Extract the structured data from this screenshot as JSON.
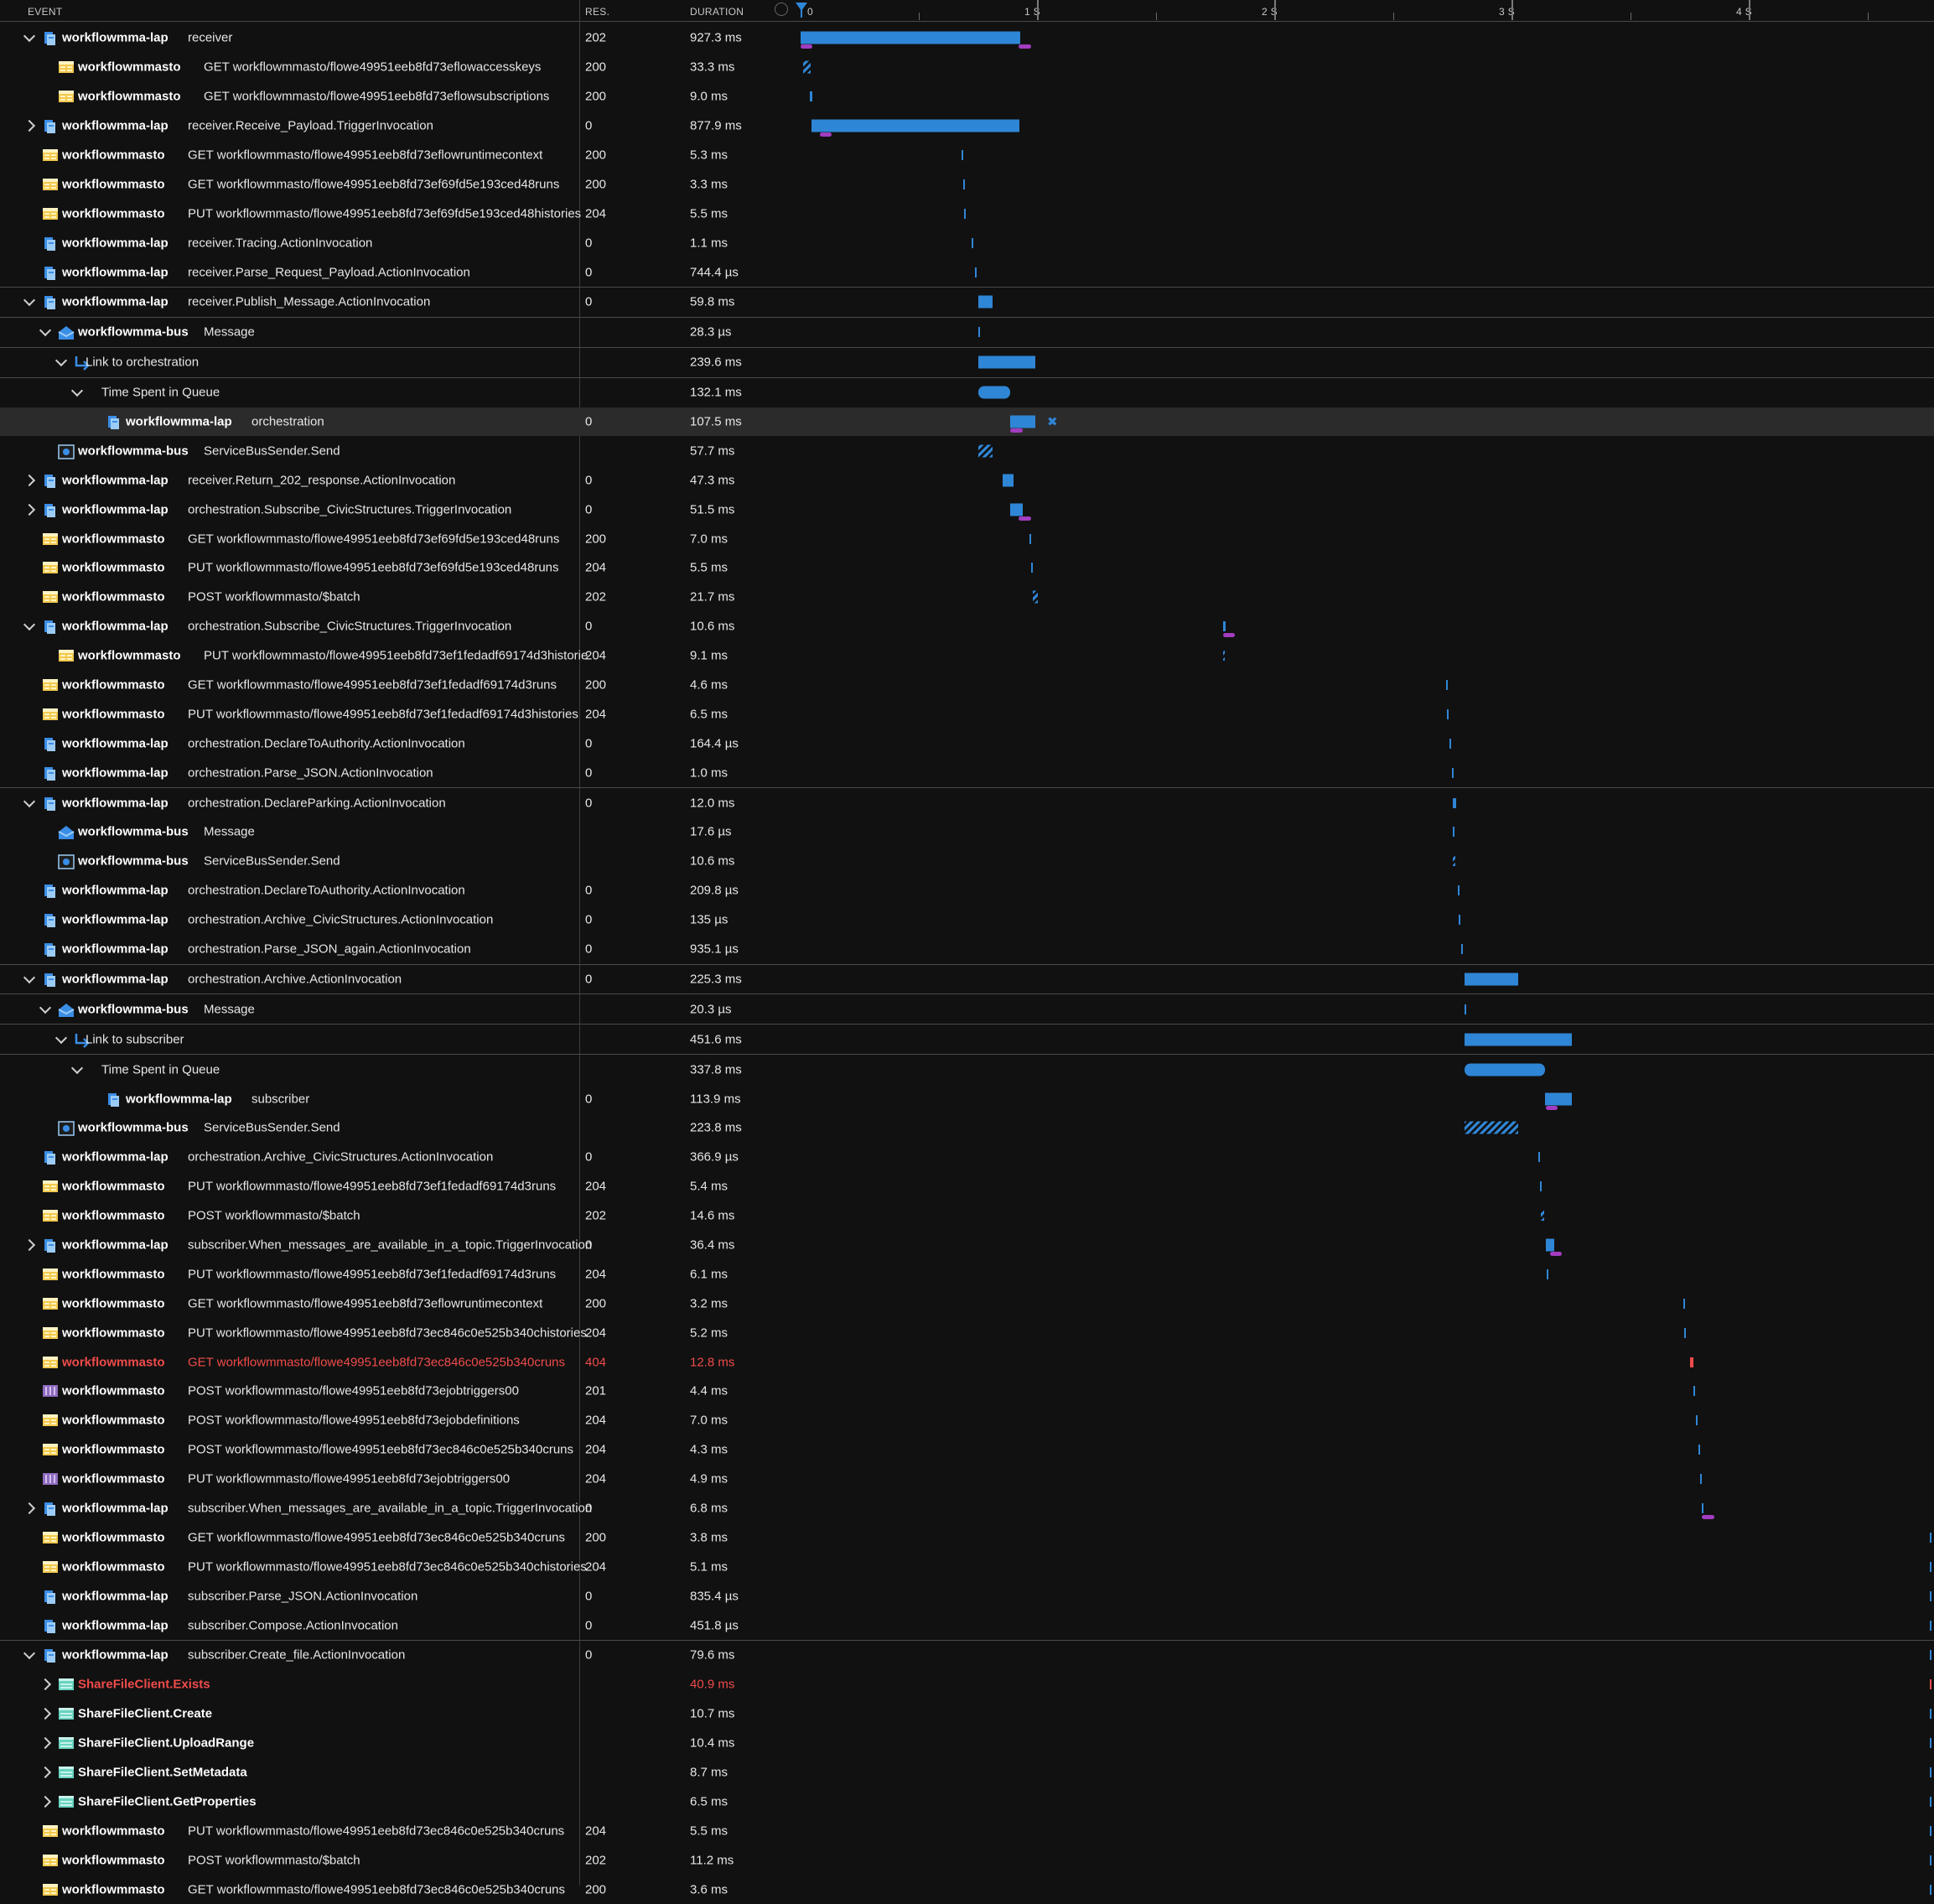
{
  "header": {
    "event": "EVENT",
    "res": "RES.",
    "duration": "DURATION",
    "ticks": [
      {
        "label": "0",
        "sec": 0
      },
      {
        "label": "1 S",
        "sec": 1
      },
      {
        "label": "2 S",
        "sec": 2
      },
      {
        "label": "3 S",
        "sec": 3
      },
      {
        "label": "4 S",
        "sec": 4
      }
    ]
  },
  "icons": {
    "logic": "logic-app-icon",
    "storage": "storage-table-icon",
    "storage-purple": "storage-queue-icon",
    "bus-msg": "service-bus-message-icon",
    "bus": "service-bus-icon",
    "link": "link-arrow-icon",
    "share": "file-share-icon"
  },
  "rows": [
    {
      "indent": 0,
      "caret": "down",
      "icon": "logic",
      "service": "workflowmma-lap",
      "op": "receiver",
      "res": "202",
      "dur": "927.3 ms",
      "start": 0.0,
      "len": 0.9273,
      "mark": [
        0.0,
        0.05
      ],
      "mark2": [
        0.92,
        0.05
      ]
    },
    {
      "indent": 1,
      "icon": "storage",
      "service": "workflowmmasto",
      "op": "GET workflowmmasto/flowe49951eeb8fd73eflowaccesskeys",
      "res": "200",
      "dur": "33.3 ms",
      "start": 0.01,
      "len": 0.033,
      "hatch": true
    },
    {
      "indent": 1,
      "icon": "storage",
      "service": "workflowmmasto",
      "op": "GET workflowmmasto/flowe49951eeb8fd73eflowsubscriptions",
      "res": "200",
      "dur": "9.0 ms",
      "start": 0.04,
      "len": 0.009
    },
    {
      "indent": 0,
      "caret": "right",
      "icon": "logic",
      "service": "workflowmma-lap",
      "op": "receiver.Receive_Payload.TriggerInvocation",
      "res": "0",
      "dur": "877.9 ms",
      "start": 0.045,
      "len": 0.8779,
      "mark": [
        0.08,
        0.05
      ]
    },
    {
      "indent": 0,
      "icon": "storage",
      "service": "workflowmmasto",
      "op": "GET workflowmmasto/flowe49951eeb8fd73eflowruntimecontext",
      "res": "200",
      "dur": "5.3 ms",
      "start": 0.68,
      "len": 0.005
    },
    {
      "indent": 0,
      "icon": "storage",
      "service": "workflowmmasto",
      "op": "GET workflowmmasto/flowe49951eeb8fd73ef69fd5e193ced48runs",
      "res": "200",
      "dur": "3.3 ms",
      "start": 0.685,
      "len": 0.004
    },
    {
      "indent": 0,
      "icon": "storage",
      "service": "workflowmmasto",
      "op": "PUT workflowmmasto/flowe49951eeb8fd73ef69fd5e193ced48histories",
      "res": "204",
      "dur": "5.5 ms",
      "start": 0.69,
      "len": 0.005
    },
    {
      "indent": 0,
      "icon": "logic",
      "service": "workflowmma-lap",
      "op": "receiver.Tracing.ActionInvocation",
      "res": "0",
      "dur": "1.1 ms",
      "start": 0.72,
      "len": 0.003
    },
    {
      "indent": 0,
      "icon": "logic",
      "service": "workflowmma-lap",
      "op": "receiver.Parse_Request_Payload.ActionInvocation",
      "res": "0",
      "dur": "744.4 µs",
      "start": 0.735,
      "len": 0.003
    },
    {
      "sep": true,
      "indent": 0,
      "caret": "down",
      "icon": "logic",
      "service": "workflowmma-lap",
      "op": "receiver.Publish_Message.ActionInvocation",
      "res": "0",
      "dur": "59.8 ms",
      "start": 0.75,
      "len": 0.0598
    },
    {
      "sep": true,
      "indent": 1,
      "caret": "down",
      "icon": "bus-msg",
      "service": "workflowmma-bus",
      "op": "Message",
      "res": "",
      "dur": "28.3 µs",
      "start": 0.75,
      "len": 0.003
    },
    {
      "sep": true,
      "indent": 2,
      "caret": "down",
      "icon": "link",
      "service": "",
      "op": "Link to orchestration",
      "res": "",
      "dur": "239.6 ms",
      "start": 0.75,
      "len": 0.2396
    },
    {
      "sep": true,
      "indent": 3,
      "caret": "down",
      "icon": "",
      "service": "",
      "op": "Time Spent in Queue",
      "res": "",
      "dur": "132.1 ms",
      "start": 0.75,
      "len": 0.1321,
      "pill": true
    },
    {
      "indent": 4,
      "icon": "logic",
      "service": "workflowmma-lap",
      "op": "orchestration",
      "res": "0",
      "dur": "107.5 ms",
      "start": 0.8821,
      "len": 0.1075,
      "mark": [
        0.885,
        0.05
      ],
      "selected": true,
      "collapse": true
    },
    {
      "indent": 1,
      "icon": "bus",
      "service": "workflowmma-bus",
      "op": "ServiceBusSender.Send",
      "res": "",
      "dur": "57.7 ms",
      "start": 0.75,
      "len": 0.0577,
      "hatch": true
    },
    {
      "indent": 0,
      "caret": "right",
      "icon": "logic",
      "service": "workflowmma-lap",
      "op": "receiver.Return_202_response.ActionInvocation",
      "res": "0",
      "dur": "47.3 ms",
      "start": 0.85,
      "len": 0.0473
    },
    {
      "indent": 0,
      "caret": "right",
      "icon": "logic",
      "service": "workflowmma-lap",
      "op": "orchestration.Subscribe_CivicStructures.TriggerInvocation",
      "res": "0",
      "dur": "51.5 ms",
      "start": 0.885,
      "len": 0.0515,
      "mark": [
        0.92,
        0.05
      ]
    },
    {
      "indent": 0,
      "icon": "storage",
      "service": "workflowmmasto",
      "op": "GET workflowmmasto/flowe49951eeb8fd73ef69fd5e193ced48runs",
      "res": "200",
      "dur": "7.0 ms",
      "start": 0.965,
      "len": 0.007
    },
    {
      "indent": 0,
      "icon": "storage",
      "service": "workflowmmasto",
      "op": "PUT workflowmmasto/flowe49951eeb8fd73ef69fd5e193ced48runs",
      "res": "204",
      "dur": "5.5 ms",
      "start": 0.972,
      "len": 0.005
    },
    {
      "indent": 0,
      "icon": "storage",
      "service": "workflowmmasto",
      "op": "POST workflowmmasto/$batch",
      "res": "202",
      "dur": "21.7 ms",
      "start": 0.98,
      "len": 0.0217,
      "hatch": true
    },
    {
      "indent": 0,
      "caret": "down",
      "icon": "logic",
      "service": "workflowmma-lap",
      "op": "orchestration.Subscribe_CivicStructures.TriggerInvocation",
      "res": "0",
      "dur": "10.6 ms",
      "start": 1.78,
      "len": 0.0106,
      "mark": [
        1.78,
        0.05
      ]
    },
    {
      "indent": 1,
      "icon": "storage",
      "service": "workflowmmasto",
      "op": "PUT workflowmmasto/flowe49951eeb8fd73ef1fedadf69174d3historie",
      "res": "204",
      "dur": "9.1 ms",
      "start": 1.78,
      "len": 0.009,
      "hatch": true
    },
    {
      "indent": 0,
      "icon": "storage",
      "service": "workflowmmasto",
      "op": "GET workflowmmasto/flowe49951eeb8fd73ef1fedadf69174d3runs",
      "res": "200",
      "dur": "4.6 ms",
      "start": 2.72,
      "len": 0.004
    },
    {
      "indent": 0,
      "icon": "storage",
      "service": "workflowmmasto",
      "op": "PUT workflowmmasto/flowe49951eeb8fd73ef1fedadf69174d3histories",
      "res": "204",
      "dur": "6.5 ms",
      "start": 2.725,
      "len": 0.006
    },
    {
      "indent": 0,
      "icon": "logic",
      "service": "workflowmma-lap",
      "op": "orchestration.DeclareToAuthority.ActionInvocation",
      "res": "0",
      "dur": "164.4 µs",
      "start": 2.735,
      "len": 0.003
    },
    {
      "indent": 0,
      "icon": "logic",
      "service": "workflowmma-lap",
      "op": "orchestration.Parse_JSON.ActionInvocation",
      "res": "0",
      "dur": "1.0 ms",
      "start": 2.745,
      "len": 0.003
    },
    {
      "sep": true,
      "indent": 0,
      "caret": "down",
      "icon": "logic",
      "service": "workflowmma-lap",
      "op": "orchestration.DeclareParking.ActionInvocation",
      "res": "0",
      "dur": "12.0 ms",
      "start": 2.75,
      "len": 0.012
    },
    {
      "indent": 1,
      "icon": "bus-msg",
      "service": "workflowmma-bus",
      "op": "Message",
      "res": "",
      "dur": "17.6 µs",
      "start": 2.75,
      "len": 0.003
    },
    {
      "indent": 1,
      "icon": "bus",
      "service": "workflowmma-bus",
      "op": "ServiceBusSender.Send",
      "res": "",
      "dur": "10.6 ms",
      "start": 2.75,
      "len": 0.0106,
      "hatch": true
    },
    {
      "indent": 0,
      "icon": "logic",
      "service": "workflowmma-lap",
      "op": "orchestration.DeclareToAuthority.ActionInvocation",
      "res": "0",
      "dur": "209.8 µs",
      "start": 2.77,
      "len": 0.003
    },
    {
      "indent": 0,
      "icon": "logic",
      "service": "workflowmma-lap",
      "op": "orchestration.Archive_CivicStructures.ActionInvocation",
      "res": "0",
      "dur": "135 µs",
      "start": 2.775,
      "len": 0.003
    },
    {
      "indent": 0,
      "icon": "logic",
      "service": "workflowmma-lap",
      "op": "orchestration.Parse_JSON_again.ActionInvocation",
      "res": "0",
      "dur": "935.1 µs",
      "start": 2.785,
      "len": 0.003
    },
    {
      "sep": true,
      "indent": 0,
      "caret": "down",
      "icon": "logic",
      "service": "workflowmma-lap",
      "op": "orchestration.Archive.ActionInvocation",
      "res": "0",
      "dur": "225.3 ms",
      "start": 2.8,
      "len": 0.2253
    },
    {
      "sep": true,
      "indent": 1,
      "caret": "down",
      "icon": "bus-msg",
      "service": "workflowmma-bus",
      "op": "Message",
      "res": "",
      "dur": "20.3 µs",
      "start": 2.8,
      "len": 0.003
    },
    {
      "sep": true,
      "indent": 2,
      "caret": "down",
      "icon": "link",
      "service": "",
      "op": "Link to subscriber",
      "res": "",
      "dur": "451.6 ms",
      "start": 2.8,
      "len": 0.4516
    },
    {
      "sep": true,
      "indent": 3,
      "caret": "down",
      "icon": "",
      "service": "",
      "op": "Time Spent in Queue",
      "res": "",
      "dur": "337.8 ms",
      "start": 2.8,
      "len": 0.3378,
      "pill": true
    },
    {
      "indent": 4,
      "icon": "logic",
      "service": "workflowmma-lap",
      "op": "subscriber",
      "res": "0",
      "dur": "113.9 ms",
      "start": 3.1378,
      "len": 0.1139,
      "mark": [
        3.14,
        0.05
      ]
    },
    {
      "indent": 1,
      "icon": "bus",
      "service": "workflowmma-bus",
      "op": "ServiceBusSender.Send",
      "res": "",
      "dur": "223.8 ms",
      "start": 2.8,
      "len": 0.2238,
      "hatch": true
    },
    {
      "indent": 0,
      "icon": "logic",
      "service": "workflowmma-lap",
      "op": "orchestration.Archive_CivicStructures.ActionInvocation",
      "res": "0",
      "dur": "366.9 µs",
      "start": 3.11,
      "len": 0.003
    },
    {
      "indent": 0,
      "icon": "storage",
      "service": "workflowmmasto",
      "op": "PUT workflowmmasto/flowe49951eeb8fd73ef1fedadf69174d3runs",
      "res": "204",
      "dur": "5.4 ms",
      "start": 3.115,
      "len": 0.005
    },
    {
      "indent": 0,
      "icon": "storage",
      "service": "workflowmmasto",
      "op": "POST workflowmmasto/$batch",
      "res": "202",
      "dur": "14.6 ms",
      "start": 3.12,
      "len": 0.0146,
      "hatch": true
    },
    {
      "indent": 0,
      "caret": "right",
      "icon": "logic",
      "service": "workflowmma-lap",
      "op": "subscriber.When_messages_are_available_in_a_topic.TriggerInvocation",
      "res": "0",
      "dur": "36.4 ms",
      "start": 3.14,
      "len": 0.0364,
      "mark": [
        3.16,
        0.05
      ]
    },
    {
      "indent": 0,
      "icon": "storage",
      "service": "workflowmmasto",
      "op": "PUT workflowmmasto/flowe49951eeb8fd73ef1fedadf69174d3runs",
      "res": "204",
      "dur": "6.1 ms",
      "start": 3.145,
      "len": 0.006
    },
    {
      "indent": 0,
      "icon": "storage",
      "service": "workflowmmasto",
      "op": "GET workflowmmasto/flowe49951eeb8fd73eflowruntimecontext",
      "res": "200",
      "dur": "3.2 ms",
      "start": 3.72,
      "len": 0.003
    },
    {
      "indent": 0,
      "icon": "storage",
      "service": "workflowmmasto",
      "op": "PUT workflowmmasto/flowe49951eeb8fd73ec846c0e525b340chistories",
      "res": "204",
      "dur": "5.2 ms",
      "start": 3.725,
      "len": 0.005
    },
    {
      "indent": 0,
      "icon": "storage",
      "service": "workflowmmasto",
      "op": "GET workflowmmasto/flowe49951eeb8fd73ec846c0e525b340cruns",
      "res": "404",
      "dur": "12.8 ms",
      "start": 3.75,
      "len": 0.0128,
      "err": true
    },
    {
      "indent": 0,
      "icon": "storage-purple",
      "service": "workflowmmasto",
      "op": "POST workflowmmasto/flowe49951eeb8fd73ejobtriggers00",
      "res": "201",
      "dur": "4.4 ms",
      "start": 3.765,
      "len": 0.004
    },
    {
      "indent": 0,
      "icon": "storage",
      "service": "workflowmmasto",
      "op": "POST workflowmmasto/flowe49951eeb8fd73ejobdefinitions",
      "res": "204",
      "dur": "7.0 ms",
      "start": 3.775,
      "len": 0.007
    },
    {
      "indent": 0,
      "icon": "storage",
      "service": "workflowmmasto",
      "op": "POST workflowmmasto/flowe49951eeb8fd73ec846c0e525b340cruns",
      "res": "204",
      "dur": "4.3 ms",
      "start": 3.785,
      "len": 0.004
    },
    {
      "indent": 0,
      "icon": "storage-purple",
      "service": "workflowmmasto",
      "op": "PUT workflowmmasto/flowe49951eeb8fd73ejobtriggers00",
      "res": "204",
      "dur": "4.9 ms",
      "start": 3.79,
      "len": 0.005
    },
    {
      "indent": 0,
      "caret": "right",
      "icon": "logic",
      "service": "workflowmma-lap",
      "op": "subscriber.When_messages_are_available_in_a_topic.TriggerInvocation",
      "res": "0",
      "dur": "6.8 ms",
      "start": 3.8,
      "len": 0.0068,
      "mark": [
        3.8,
        0.05
      ]
    },
    {
      "indent": 0,
      "icon": "storage",
      "service": "workflowmmasto",
      "op": "GET workflowmmasto/flowe49951eeb8fd73ec846c0e525b340cruns",
      "res": "200",
      "dur": "3.8 ms",
      "start": 4.76,
      "len": 0.004
    },
    {
      "indent": 0,
      "icon": "storage",
      "service": "workflowmmasto",
      "op": "PUT workflowmmasto/flowe49951eeb8fd73ec846c0e525b340chistories",
      "res": "204",
      "dur": "5.1 ms",
      "start": 4.765,
      "len": 0.005
    },
    {
      "indent": 0,
      "icon": "logic",
      "service": "workflowmma-lap",
      "op": "subscriber.Parse_JSON.ActionInvocation",
      "res": "0",
      "dur": "835.4 µs",
      "start": 4.77,
      "len": 0.003
    },
    {
      "indent": 0,
      "icon": "logic",
      "service": "workflowmma-lap",
      "op": "subscriber.Compose.ActionInvocation",
      "res": "0",
      "dur": "451.8 µs",
      "start": 4.775,
      "len": 0.003
    },
    {
      "sep": true,
      "indent": 0,
      "caret": "down",
      "icon": "logic",
      "service": "workflowmma-lap",
      "op": "subscriber.Create_file.ActionInvocation",
      "res": "0",
      "dur": "79.6 ms",
      "start": 4.78,
      "len": 0.0796
    },
    {
      "indent": 1,
      "caret": "right",
      "icon": "share",
      "service": "ShareFileClient.Exists",
      "op": "",
      "res": "",
      "dur": "40.9 ms",
      "start": 4.78,
      "len": 0.0409,
      "err": true
    },
    {
      "indent": 1,
      "caret": "right",
      "icon": "share",
      "service": "ShareFileClient.Create",
      "op": "",
      "res": "",
      "dur": "10.7 ms",
      "start": 4.82,
      "len": 0.0107
    },
    {
      "indent": 1,
      "caret": "right",
      "icon": "share",
      "service": "ShareFileClient.UploadRange",
      "op": "",
      "res": "",
      "dur": "10.4 ms",
      "start": 4.83,
      "len": 0.0104
    },
    {
      "indent": 1,
      "caret": "right",
      "icon": "share",
      "service": "ShareFileClient.SetMetadata",
      "op": "",
      "res": "",
      "dur": "8.7 ms",
      "start": 4.84,
      "len": 0.0087
    },
    {
      "indent": 1,
      "caret": "right",
      "icon": "share",
      "service": "ShareFileClient.GetProperties",
      "op": "",
      "res": "",
      "dur": "6.5 ms",
      "start": 4.85,
      "len": 0.0065
    },
    {
      "indent": 0,
      "icon": "storage",
      "service": "workflowmmasto",
      "op": "PUT workflowmmasto/flowe49951eeb8fd73ec846c0e525b340cruns",
      "res": "204",
      "dur": "5.5 ms",
      "start": 4.86,
      "len": 0.0055
    },
    {
      "indent": 0,
      "icon": "storage",
      "service": "workflowmmasto",
      "op": "POST workflowmmasto/$batch",
      "res": "202",
      "dur": "11.2 ms",
      "start": 4.87,
      "len": 0.0112
    },
    {
      "indent": 0,
      "icon": "storage",
      "service": "workflowmmasto",
      "op": "GET workflowmmasto/flowe49951eeb8fd73ec846c0e525b340cruns",
      "res": "200",
      "dur": "3.6 ms",
      "start": 4.88,
      "len": 0.0036
    }
  ]
}
